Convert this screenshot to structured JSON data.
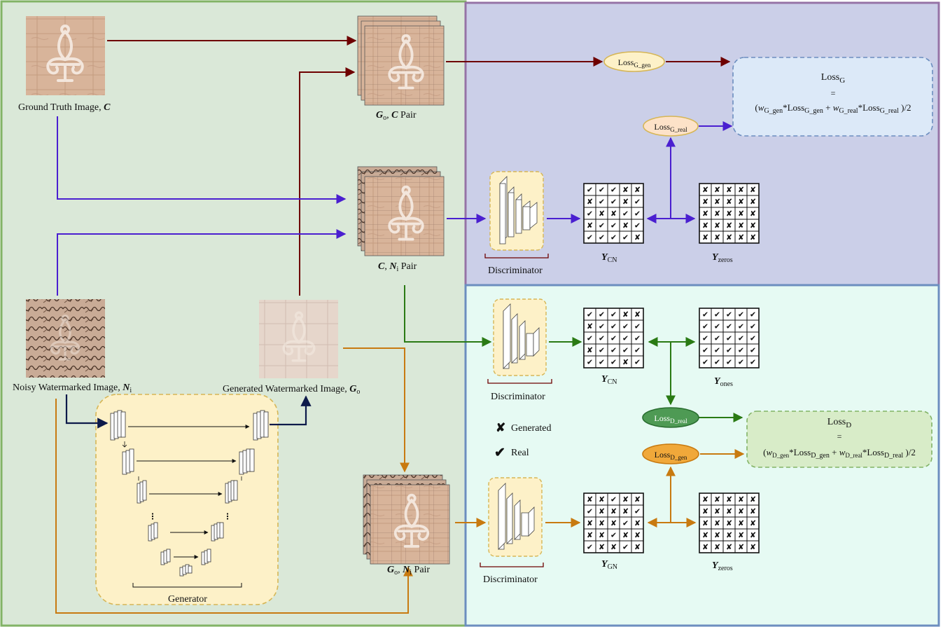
{
  "labels": {
    "ground_truth": "Ground Truth Image, ",
    "ground_truth_var": "C",
    "noisy": "Noisy Watermarked Image, ",
    "noisy_var": "N",
    "noisy_sub": "i",
    "generated": "Generated Watermarked Image, ",
    "generated_var": "G",
    "generated_sub": "o",
    "pair_go_c_a": "G",
    "pair_go_c_sub": "o",
    "pair_go_c_b": ", ",
    "pair_go_c_c": "C",
    "pair_go_c_d": " Pair",
    "pair_c_ni_a": "C",
    "pair_c_ni_b": ", ",
    "pair_c_ni_c": "N",
    "pair_c_ni_sub": "i",
    "pair_c_ni_d": " Pair",
    "pair_go_ni_a": "G",
    "pair_go_ni_sub1": "o",
    "pair_go_ni_b": ", ",
    "pair_go_ni_c": "N",
    "pair_go_ni_sub2": "i",
    "pair_go_ni_d": " Pair",
    "discriminator": "Discriminator",
    "generator": "Generator",
    "y_cn_main": "Y",
    "y_cn_sub": "CN",
    "y_gn_sub": "GN",
    "y_zeros_sub": "zeros",
    "y_ones_sub": "ones",
    "legend_generated": "Generated",
    "legend_real": "Real"
  },
  "loss": {
    "loss_word": "Loss",
    "g_gen_sub": "G_gen",
    "g_real_sub": "G_real",
    "g_sub": "G",
    "d_sub": "D",
    "d_real_sub": "D_real",
    "d_gen_sub": "D_gen",
    "eq": "=",
    "g_formula_open": "(",
    "w": "w",
    "wg_gen_sub": "G_gen",
    "wg_real_sub": "G_real",
    "wd_gen_sub": "D_gen",
    "wd_real_sub": "D_real",
    "star": "*",
    "plus": " + ",
    "formula_close": " )/2"
  },
  "grids": {
    "top_cn": [
      "vvvxx",
      "xvvxv",
      "vxxvv",
      "xvvxv",
      "vvvvx"
    ],
    "top_zeros": [
      "xxxxx",
      "xxxxx",
      "xxxxx",
      "xxxxx",
      "xxxxx"
    ],
    "mid_cn": [
      "vvvxx",
      "xvvvv",
      "vvvvv",
      "xvvvv",
      "vvvxv"
    ],
    "mid_ones": [
      "vvvvv",
      "vvvvv",
      "vvvvv",
      "vvvvv",
      "vvvvv"
    ],
    "bot_gn": [
      "xxvxx",
      "vxxxv",
      "xxxvx",
      "xxvxx",
      "vxxvx"
    ],
    "bot_zeros": [
      "xxxxx",
      "xxxxx",
      "xxxxx",
      "xxxxx",
      "xxxxx"
    ]
  },
  "colors": {
    "left_bg": "#dae8d8",
    "left_border": "#82b366",
    "top_right_bg": "#cbcfe8",
    "top_right_border": "#9673a6",
    "bottom_right_bg": "#e6faf3",
    "bottom_right_border": "#6c8ebf",
    "dark_red": "#6e0000",
    "blue": "#4a1fd0",
    "green": "#2a7a14",
    "orange": "#c87a10",
    "navy": "#0d1a4a"
  }
}
